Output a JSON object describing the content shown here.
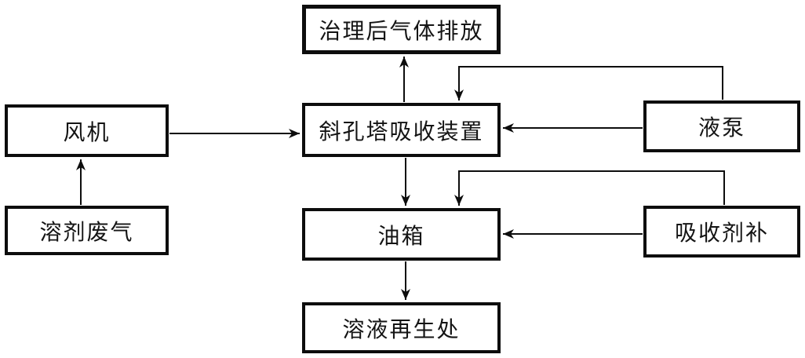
{
  "diagram": {
    "type": "flowchart",
    "background": "#ffffff",
    "line_color": "#0d0d0d",
    "nodes": [
      {
        "id": "treated-gas-outlet",
        "label": "治理后气体排放"
      },
      {
        "id": "fan",
        "label": "风机"
      },
      {
        "id": "absorber-tower",
        "label": "斜孔塔吸收装置"
      },
      {
        "id": "liquid-pump",
        "label": "液泵"
      },
      {
        "id": "solvent-waste-gas",
        "label": "溶剂废气"
      },
      {
        "id": "oil-tank",
        "label": "油箱"
      },
      {
        "id": "absorbent-makeup",
        "label": "吸收剂补"
      },
      {
        "id": "solution-regen",
        "label": "溶液再生处"
      }
    ],
    "edges": [
      {
        "from": "溶剂废气",
        "to": "风机",
        "route": "up"
      },
      {
        "from": "风机",
        "to": "斜孔塔吸收装置",
        "route": "right"
      },
      {
        "from": "斜孔塔吸收装置",
        "to": "治理后气体排放",
        "route": "up"
      },
      {
        "from": "液泵",
        "to": "斜孔塔吸收装置",
        "route": "top-elbow"
      },
      {
        "from": "液泵",
        "to": "斜孔塔吸收装置",
        "route": "left"
      },
      {
        "from": "斜孔塔吸收装置",
        "to": "油箱",
        "route": "down"
      },
      {
        "from": "吸收剂补",
        "to": "油箱",
        "route": "top-elbow"
      },
      {
        "from": "吸收剂补",
        "to": "油箱",
        "route": "left"
      },
      {
        "from": "油箱",
        "to": "溶液再生处",
        "route": "down"
      }
    ]
  }
}
